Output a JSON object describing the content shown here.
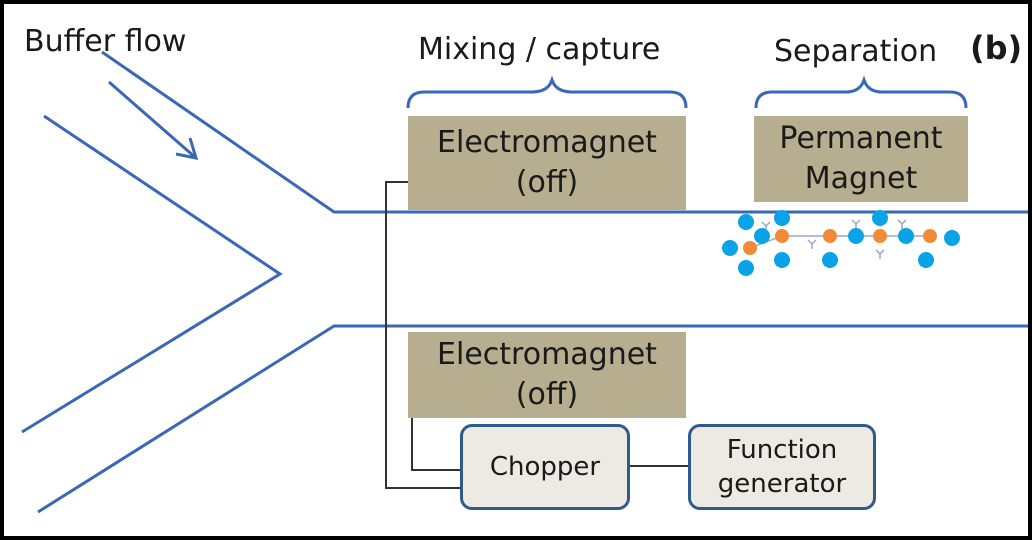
{
  "labels": {
    "buffer_flow": "Buffer flow",
    "mixing_capture": "Mixing / capture",
    "separation": "Separation",
    "panel": "(b)"
  },
  "magnets": {
    "top_electromagnet": "Electromagnet\n(off)",
    "permanent_magnet": "Permanent\nMagnet",
    "bottom_electromagnet": "Electromagnet\n(off)"
  },
  "devices": {
    "chopper": "Chopper",
    "function_generator": "Function\ngenerator"
  },
  "colors": {
    "channel": "#3a68b6",
    "magnet_fill": "#b7ad8f",
    "box_fill": "#ede9e3",
    "box_border": "#2f5a8f",
    "bead_blue": "#0aa3e8",
    "bead_orange": "#f28b35",
    "antibody": "#9aa6c8",
    "wire": "#333333"
  }
}
